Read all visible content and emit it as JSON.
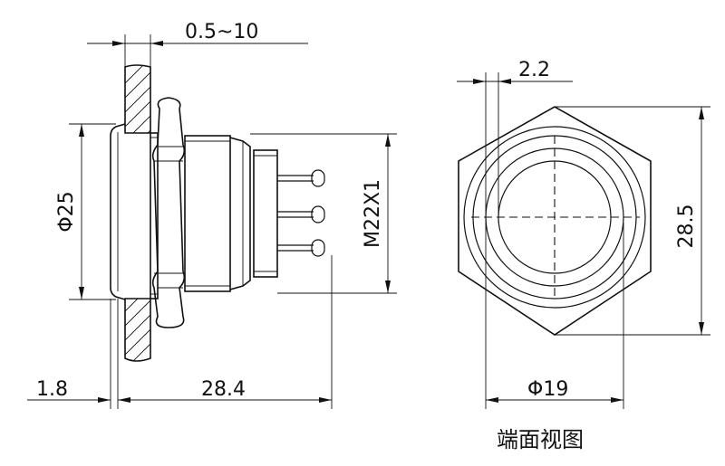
{
  "side_view": {
    "dim_panel_thickness": "0.5~10",
    "dim_head_diameter": "Φ25",
    "dim_thread": "M22X1",
    "dim_head_height": "1.8",
    "dim_body_length": "28.4"
  },
  "end_view": {
    "dim_ring_offset": "2.2",
    "dim_hex_across_flats": "28.5",
    "dim_button_diameter": "Φ19",
    "caption": "端面视图"
  }
}
